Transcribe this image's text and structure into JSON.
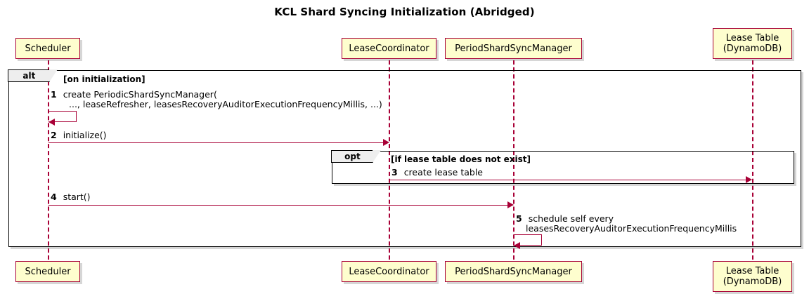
{
  "diagram": {
    "title": "KCL Shard Syncing Initialization (Abridged)",
    "type": "sequence-diagram",
    "colors": {
      "participant_fill": "#FEFECE",
      "participant_border": "#A80036",
      "arrow": "#A80036",
      "fragment_border": "#000000",
      "fragment_tab_fill": "#EEEEEE",
      "background": "#FFFFFF"
    }
  },
  "participants": [
    {
      "id": "scheduler",
      "line1": "Scheduler",
      "line2": ""
    },
    {
      "id": "leasecoord",
      "line1": "LeaseCoordinator",
      "line2": ""
    },
    {
      "id": "psyncmgr",
      "line1": "PeriodShardSyncManager",
      "line2": ""
    },
    {
      "id": "leasetable",
      "line1": "Lease Table",
      "line2": "(DynamoDB)"
    }
  ],
  "fragments": [
    {
      "id": "alt",
      "label": "alt",
      "guard": "[on initialization]"
    },
    {
      "id": "opt",
      "label": "opt",
      "guard": "[if lease table does not exist]"
    }
  ],
  "messages": [
    {
      "number": "1",
      "line1": "create PeriodicShardSyncManager(",
      "line2": "..., leaseRefresher, leasesRecoveryAuditorExecutionFrequencyMillis, ...)",
      "from": "scheduler",
      "to": "scheduler",
      "self": true
    },
    {
      "number": "2",
      "line1": "initialize()",
      "line2": "",
      "from": "scheduler",
      "to": "leasecoord",
      "self": false
    },
    {
      "number": "3",
      "line1": "create lease table",
      "line2": "",
      "from": "leasecoord",
      "to": "leasetable",
      "self": false
    },
    {
      "number": "4",
      "line1": "start()",
      "line2": "",
      "from": "scheduler",
      "to": "psyncmgr",
      "self": false
    },
    {
      "number": "5",
      "line1": "schedule self every",
      "line2": "leasesRecoveryAuditorExecutionFrequencyMillis",
      "from": "psyncmgr",
      "to": "psyncmgr",
      "self": true
    }
  ]
}
